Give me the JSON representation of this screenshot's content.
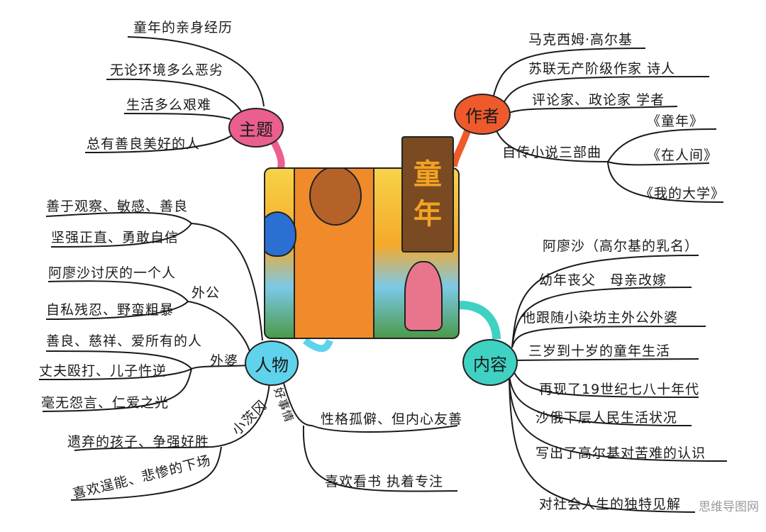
{
  "title": "童年",
  "colors": {
    "theme": "#ea5f8f",
    "author": "#ef5a2c",
    "characters": "#5fd3ec",
    "content": "#3fd1c2"
  },
  "theme": {
    "label": "主题",
    "items": [
      "童年的亲身经历",
      "无论环境多么恶劣",
      "生活多么艰难",
      "总有善良美好的人"
    ]
  },
  "author": {
    "label": "作者",
    "items": [
      "马克西姆·高尔基",
      "苏联无产阶级作家 诗人",
      "评论家、政论家 学者",
      "自传小说三部曲"
    ],
    "trilogy": [
      "《童年》",
      "《在人间》",
      "《我的大学》"
    ]
  },
  "characters": {
    "label": "人物",
    "hero": [
      "善于观察、敏感、善良",
      "坚强正直、勇敢自信"
    ],
    "grandpa": {
      "label": "外公",
      "items": [
        "阿廖沙讨厌的一个人",
        "自私残忍、野蛮粗暴"
      ]
    },
    "grandma": {
      "label": "外婆",
      "items": [
        "善良、慈祥、爱所有的人",
        "丈夫殴打、儿子忤逆",
        "毫无怨言、仁爱之光"
      ]
    },
    "gypsy": {
      "label": "小茨冈",
      "items": [
        "遗弃的孩子、争强好胜",
        "喜欢逞能、悲惨的下场"
      ]
    },
    "goodbusiness": {
      "label": "好事情",
      "items": [
        "性格孤僻、但内心友善",
        "喜欢看书 执着专注"
      ]
    }
  },
  "content": {
    "label": "内容",
    "items": [
      "阿廖沙（高尔基的乳名）",
      "幼年丧父　母亲改嫁",
      "他跟随小染坊主外公外婆",
      "三岁到十岁的童年生活",
      "再现了19世纪七八十年代",
      "沙俄下层人民生活状况",
      "写出了高尔基对苦难的认识",
      "对社会人生的独特见解"
    ]
  },
  "watermark": "思维导图网"
}
